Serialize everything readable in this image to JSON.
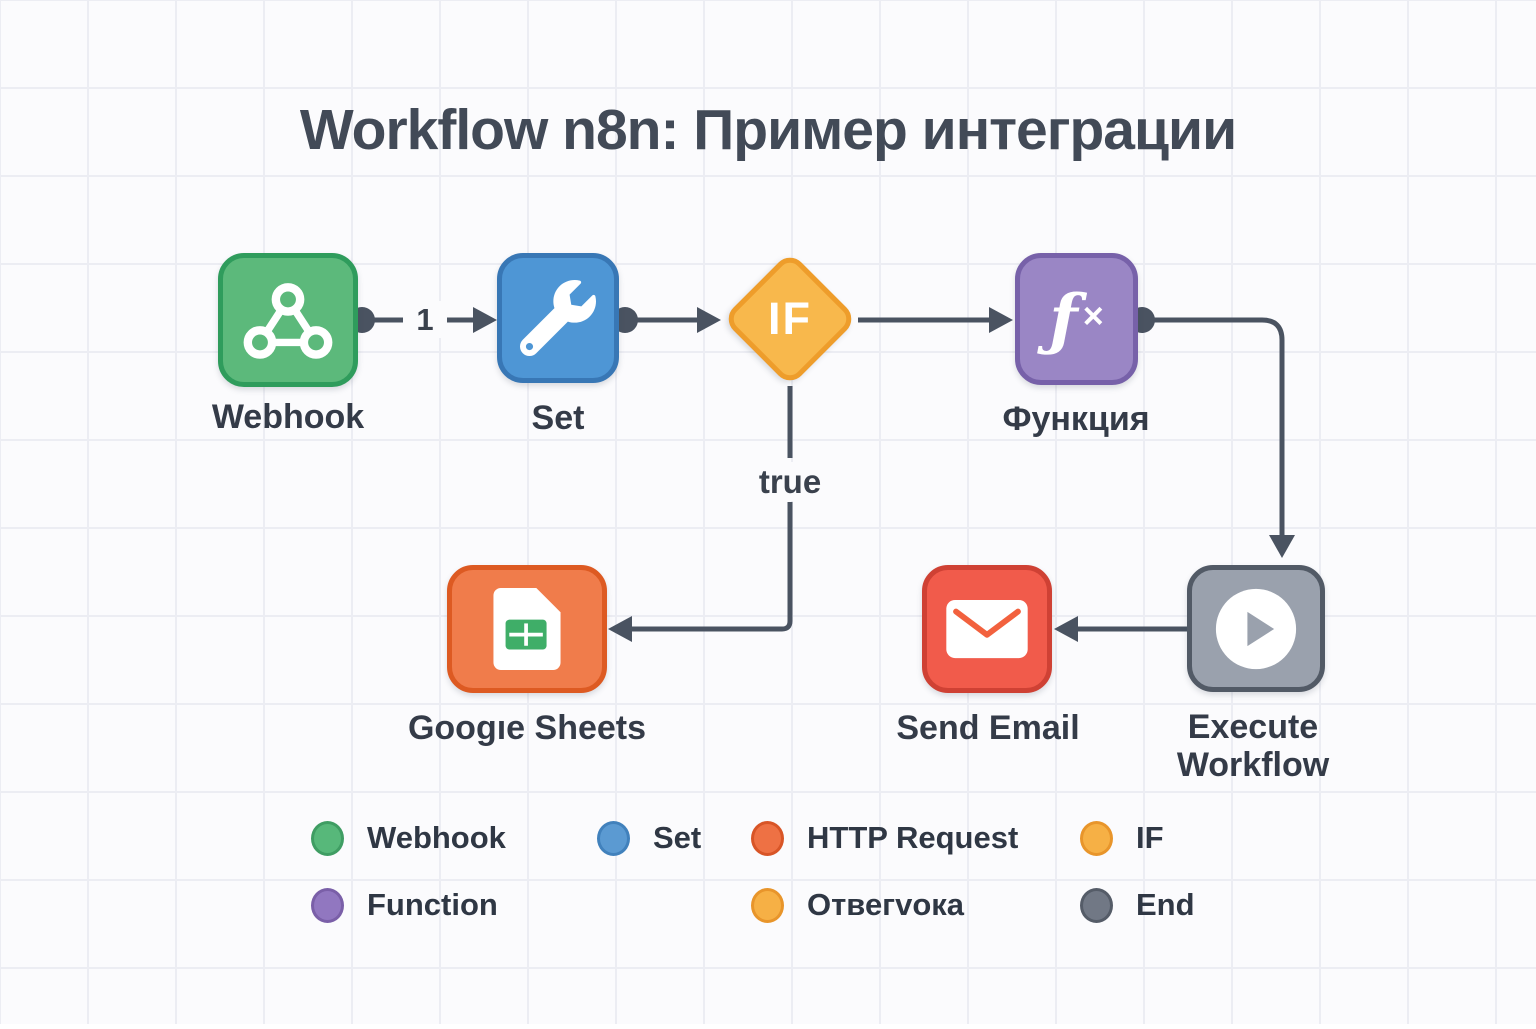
{
  "title": "Workflow n8n: Пример интеграции",
  "connector_color": "#4a5361",
  "nodes": {
    "webhook": {
      "label": "Webhook",
      "color": "#5cb97b",
      "border": "#2f9c5c",
      "icon": "webhook-icon"
    },
    "set": {
      "label": "Set",
      "color": "#4e96d5",
      "border": "#3877b5",
      "icon": "wrench-icon"
    },
    "if": {
      "label": "IF",
      "color": "#f8b84c",
      "border": "#ee9d2b",
      "icon": "if-text"
    },
    "function": {
      "label": "Функция",
      "color": "#9a86c5",
      "border": "#7761a9",
      "icon": "fx-icon",
      "icon_f": "ƒ",
      "icon_x": "×"
    },
    "google_sheets": {
      "label": "Googıe Sheets",
      "color": "#f07c4b",
      "border": "#dd5a22",
      "icon": "spreadsheet-icon"
    },
    "send_email": {
      "label": "Send Email",
      "color": "#f15b4b",
      "border": "#cf4134",
      "icon": "envelope-icon"
    },
    "execute_workflow": {
      "label_line1": "Execute",
      "label_line2": "Workflow",
      "color": "#9aa1ad",
      "border": "#525a66",
      "icon": "play-icon"
    }
  },
  "edges": {
    "webhook_to_set": {
      "label": "1"
    },
    "if_true_branch": {
      "label": "true"
    }
  },
  "icon_colors": {
    "sheets_table_green": "#3fae68",
    "email_flap_red": "#f2613e",
    "play_triangle_gray": "#9aa1ad"
  },
  "legend": {
    "items": [
      {
        "label": "Webhook",
        "color": "#57b87a",
        "border": "#3f9d63"
      },
      {
        "label": "Set",
        "color": "#5b9ad2",
        "border": "#4181bc"
      },
      {
        "label": "HTTP Request",
        "color": "#ee7144",
        "border": "#d85527"
      },
      {
        "label": "IF",
        "color": "#f6b045",
        "border": "#e8952b"
      },
      {
        "label": "Function",
        "color": "#9177c0",
        "border": "#7a5fa8"
      },
      {
        "label": "Отвегvока",
        "color": "#f6b045",
        "border": "#e8952b"
      },
      {
        "label": "End",
        "color": "#717885",
        "border": "#555c68"
      }
    ]
  }
}
